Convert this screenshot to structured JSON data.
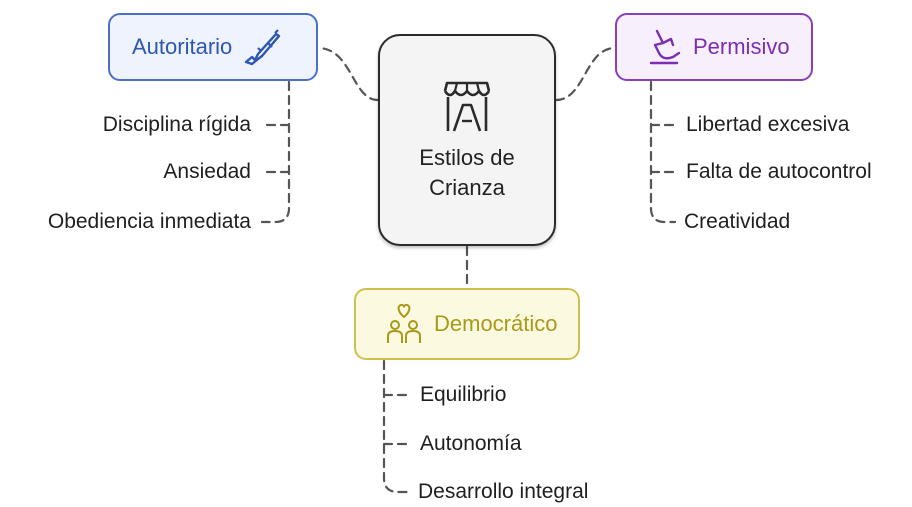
{
  "center": {
    "title": "Estilos de\nCrianza",
    "icon": "market-stall-icon"
  },
  "branches": [
    {
      "id": "autoritario",
      "label": "Autoritario",
      "icon": "rifle-icon",
      "color": "#2f56b3",
      "items": [
        "Disciplina rígida",
        "Ansiedad",
        "Obediencia inmediata"
      ]
    },
    {
      "id": "permisivo",
      "label": "Permisivo",
      "icon": "hand-writing-icon",
      "color": "#7b2fb0",
      "items": [
        "Libertad excesiva",
        "Falta de autocontrol",
        "Creatividad"
      ]
    },
    {
      "id": "democratico",
      "label": "Democrático",
      "icon": "family-heart-icon",
      "color": "#a89a1b",
      "items": [
        "Equilibrio",
        "Autonomía",
        "Desarrollo integral"
      ]
    }
  ]
}
